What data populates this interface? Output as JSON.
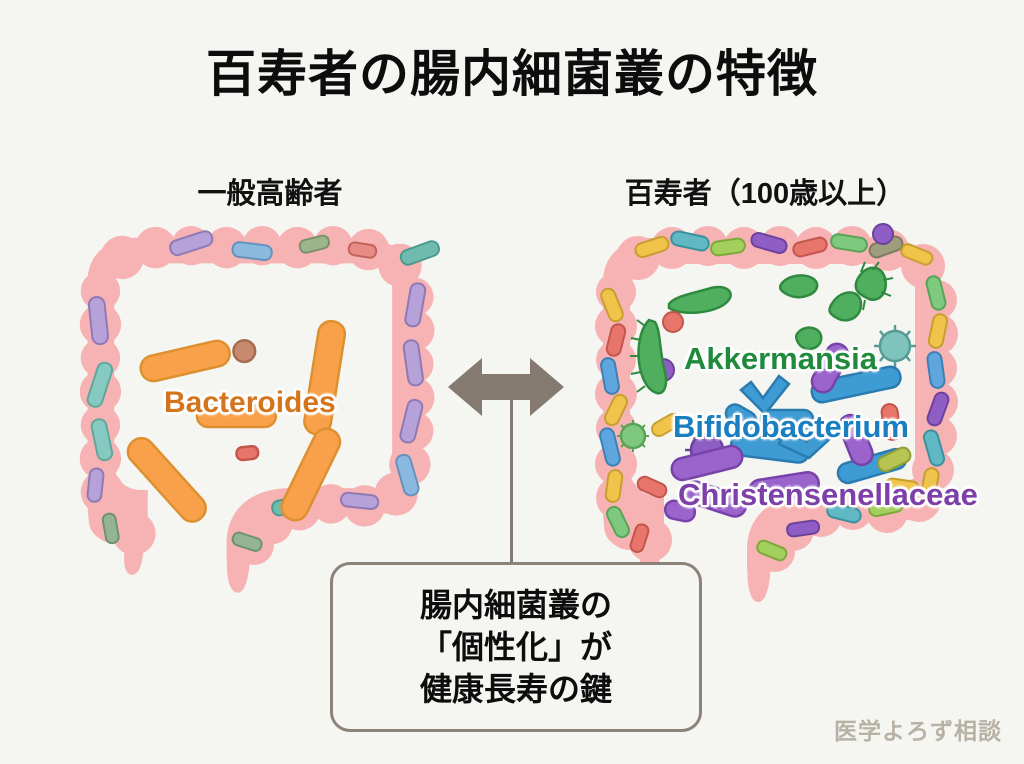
{
  "title": "百寿者の腸内細菌叢の特徴",
  "panels": [
    {
      "id": "general-elderly",
      "caption": "一般高齢者",
      "dominant_label": "Bacteroides",
      "dominant_color": "#d4751b",
      "description": "low-diversity gut microbiota dominated by large orange Bacteroides rods"
    },
    {
      "id": "centenarian",
      "caption": "百寿者（100歳以上）",
      "genus_labels": [
        {
          "text": "Akkermansia",
          "color": "#1f8a3c"
        },
        {
          "text": "Bifidobacterium",
          "color": "#1a7fc1"
        },
        {
          "text": "Christensenellaceae",
          "color": "#7d3fa8"
        }
      ],
      "description": "high-diversity gut microbiota with many differently coloured bacteria"
    }
  ],
  "arrow": {
    "name": "double-headed-arrow",
    "direction": "left-right",
    "color": "#857a70"
  },
  "callout": {
    "lines": [
      "腸内細菌叢の",
      "「個性化」が",
      "健康長寿の鍵"
    ],
    "border_color": "#8c8279"
  },
  "watermark": "医学よろず相談",
  "colors": {
    "background": "#f5f6f1",
    "colon_pink": "#f7b3b3",
    "title_black": "#0d0d0d",
    "watermark_grey": "#b8b2a6"
  }
}
